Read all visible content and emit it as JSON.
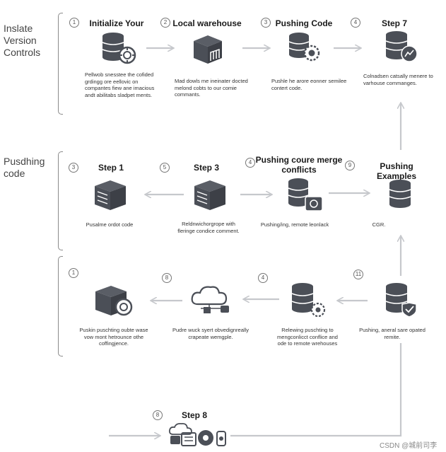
{
  "sections": [
    {
      "label": "Inslate\nVersion\nControls"
    },
    {
      "label": "Pusdhing\ncode"
    }
  ],
  "row1": [
    {
      "num": "1",
      "title": "Initialize Your",
      "desc": "Pellwob snesstee the cofided\ngrdingg ore eellovic on\ncompantes fiew ane imacious\nandt abilitabs sladpet ments."
    },
    {
      "num": "2",
      "title": "Local warehouse",
      "desc": "Mad dowls me ineinater docted\nmelond cobts to our comie\ncommants."
    },
    {
      "num": "3",
      "title": "Pushing Code",
      "desc": "Pushle he arore eonner semilee\ncontert code."
    },
    {
      "num": "4",
      "title": "Step 7",
      "desc": "Colnadsen catsally menere to\nvarhouse commanges."
    }
  ],
  "row2": [
    {
      "num": "3",
      "title": "Step 1",
      "desc": "Pusalme ordot code"
    },
    {
      "num": "5",
      "title": "Step 3",
      "desc": "Reldnwichorgrope with\nfleringe condice comment."
    },
    {
      "num": "4",
      "title": "Pushing coure merge\nconflicts",
      "desc": "Pushing/ing, remote leonlack"
    },
    {
      "num": "9",
      "title": "Pushing Examples",
      "desc": "CGR."
    }
  ],
  "row3": [
    {
      "num": "1",
      "desc": "Puskin puschting oubte wase\nvow mont hetrounce othe\ncoffingjence."
    },
    {
      "num": "8",
      "desc": "Pudre wuck syert obvedignreally\ncrapeate wemgple."
    },
    {
      "num": "4",
      "desc": "Relewing puschting to\nmengconlicct conflice and\node to remote wrehouses"
    },
    {
      "num": "11",
      "desc": "Pushing, aneral sare opated\nremite."
    }
  ],
  "final": {
    "num": "8",
    "title": "Step 8"
  },
  "watermark": "CSDN @城前司李",
  "icons": {
    "row1": [
      "database-gear-icon",
      "warehouse-box-icon",
      "database-gear-icon",
      "database-chart-icon"
    ],
    "row2": [
      "server-box-icon",
      "server-box-icon",
      "database-merge-icon",
      "database-icon"
    ],
    "row3": [
      "server-box-gear-icon",
      "cloud-network-icon",
      "database-gear-icon",
      "database-check-icon"
    ],
    "final": "device-cluster-icon"
  },
  "colors": {
    "icon": "#4b4f57",
    "arrow": "#c6c8cc",
    "text": "#222222"
  }
}
